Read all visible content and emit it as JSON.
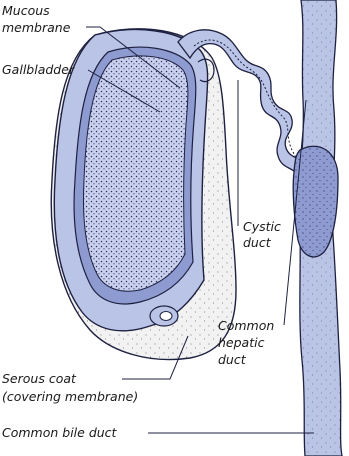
{
  "labels": {
    "mucous_line1": "Mucous",
    "mucous_line2": "membrane",
    "gallbladder": "Gallbladder",
    "cystic_line1": "Cystic",
    "cystic_line2": "duct",
    "common_hepatic_line1": "Common",
    "common_hepatic_line2": "hepatic",
    "common_hepatic_line3": "duct",
    "serous_line1": "Serous coat",
    "serous_line2": "(covering membrane)",
    "common_bile_duct": "Common bile duct"
  },
  "colors": {
    "tissue_blue": "#b9c4e6",
    "tissue_blue_dark": "#8e9bd0",
    "outline": "#1e2040",
    "serous_fill": "#f2f2f2",
    "dot_color": "#2a2e5a"
  }
}
